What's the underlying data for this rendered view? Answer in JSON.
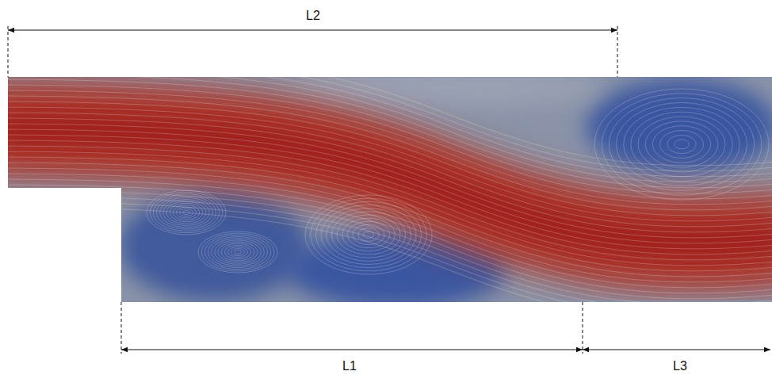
{
  "diagram": {
    "labels": [
      "L2",
      "L1",
      "L3"
    ]
  }
}
